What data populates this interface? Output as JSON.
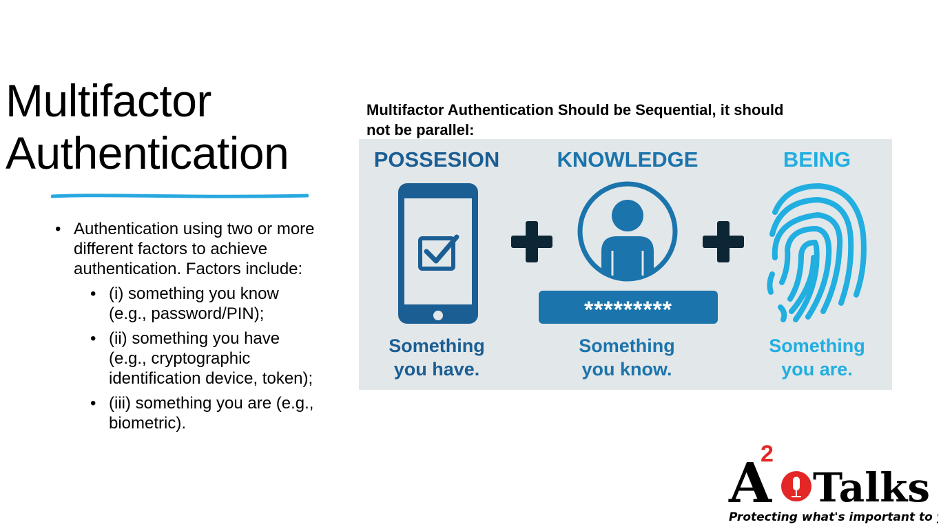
{
  "slide": {
    "title_line1": "Multifactor",
    "title_line2": "Authentication",
    "accent_color": "#29a8e0",
    "bullet_glyph": "•",
    "intro_bullet": "Authentication using two or more different factors to achieve authentication. Factors include:",
    "factors": [
      "(i) something you know (e.g., password/PIN);",
      "(ii) something you have (e.g., cryptographic identification device, token);",
      "(iii) something you are (e.g., biometric)."
    ],
    "caption": "Multifactor Authentication Should be Sequential, it should not be parallel:"
  },
  "graphic": {
    "background": "#e2e7ea",
    "columns": [
      {
        "heading": "POSSESION",
        "line1": "Something",
        "line2": "you have.",
        "color": "#1b5e93",
        "icon": "smartphone-checkbox-icon"
      },
      {
        "heading": "KNOWLEDGE",
        "line1": "Something",
        "line2": "you know.",
        "color": "#1b74ab",
        "icon": "user-avatar-icon"
      },
      {
        "heading": "BEING",
        "line1": "Something",
        "line2": "you are.",
        "color": "#21aee0",
        "icon": "fingerprint-icon"
      }
    ],
    "plus_sign": "+",
    "password_mask": "*********",
    "plus_color": "#0d2636"
  },
  "logo": {
    "main_letter": "A",
    "superscript": "2",
    "word": "Talks",
    "tagline": "Protecting what's important to you",
    "accent": "#e32626"
  }
}
